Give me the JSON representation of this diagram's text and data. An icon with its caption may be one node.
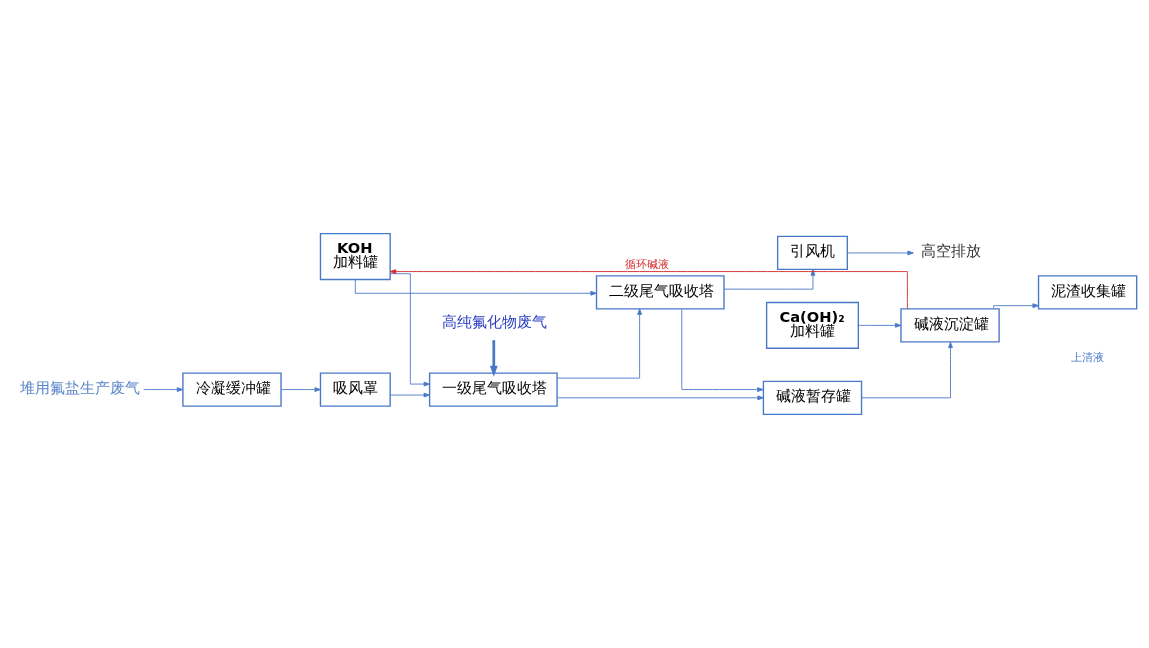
{
  "diagram": {
    "nodes": [
      {
        "text": [
          "KOH",
          "加料罐"
        ]
      },
      {
        "text": [
          "冷凝缓冲罐"
        ]
      },
      {
        "text": [
          "吸风罩"
        ]
      },
      {
        "text": [
          "一级尾气吸收塔"
        ]
      },
      {
        "text": [
          "二级尾气吸收塔"
        ]
      },
      {
        "text": [
          "引风机"
        ]
      },
      {
        "text": [
          "碱液暂存罐"
        ]
      },
      {
        "text": [
          "碱液沉淀罐"
        ]
      },
      {
        "text": [
          "泥渣收集罐"
        ]
      },
      {
        "text": [
          "Ca(OH)₂",
          "加料罐"
        ]
      },
      {
        "text": [
          "堆用氟盐生产废气"
        ]
      },
      {
        "text": [
          "高纯氟化物废气"
        ]
      },
      {
        "text": [
          "高空排放"
        ]
      }
    ],
    "edges": [
      {
        "from": 10,
        "to": 1,
        "arrow": "to"
      },
      {
        "from": 1,
        "to": 2,
        "arrow": "to"
      },
      {
        "from": 2,
        "to": 3,
        "arrow": "to"
      },
      {
        "from": 3,
        "to": 4,
        "arrow": "to"
      },
      {
        "from": 4,
        "to": 5,
        "arrow": "to"
      },
      {
        "from": 0,
        "to": 3,
        "arrow": "to"
      },
      {
        "from": 0,
        "to": 4,
        "arrow": "to"
      },
      {
        "from": 11,
        "to": 3,
        "arrow": "to",
        "style": "thick"
      },
      {
        "from": 3,
        "to": 6,
        "arrow": "to"
      },
      {
        "from": 4,
        "to": 6,
        "arrow": "to"
      },
      {
        "from": 6,
        "to": 7,
        "arrow": "to"
      },
      {
        "from": 7,
        "to": 8,
        "arrow": "to"
      },
      {
        "from": 9,
        "to": 7,
        "arrow": "to"
      },
      {
        "from": 7,
        "to": 0,
        "arrow": "to",
        "label": "循环碱液",
        "color": "#d42a2a"
      },
      {
        "from": 5,
        "to": 12,
        "arrow": "to"
      }
    ],
    "labels": [
      "上清液"
    ]
  }
}
